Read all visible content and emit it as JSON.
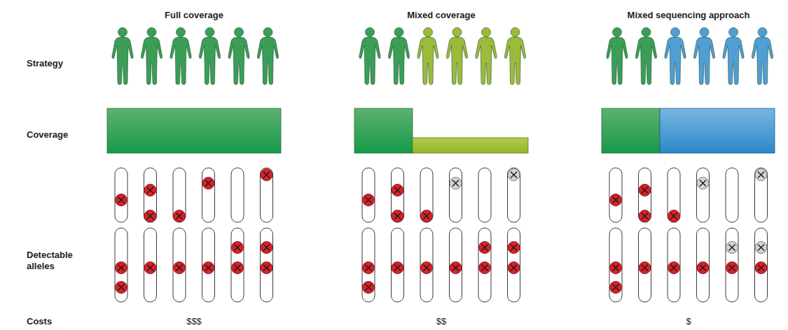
{
  "diagram": {
    "labels": [
      "Full coverage",
      "Mixed coverage",
      "Mixed sequencing approach",
      "Strategy",
      "Coverage",
      "Detectable alleles",
      "Costs",
      "$$$",
      "$$",
      "$"
    ]
  }
}
